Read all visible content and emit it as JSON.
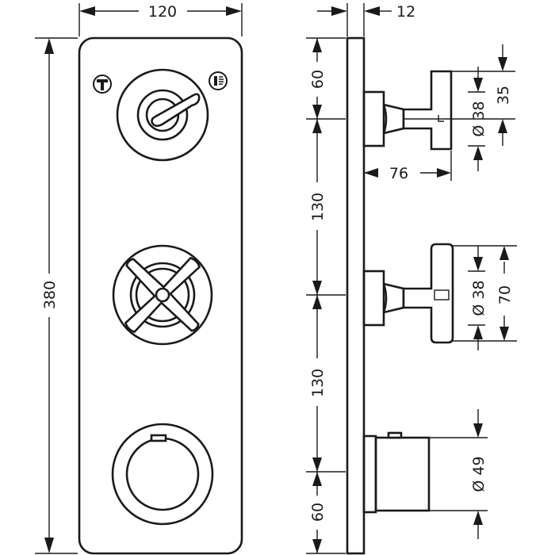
{
  "dimensions": {
    "plate_width": "120",
    "plate_height": "380",
    "plate_thickness": "12",
    "top_offset": "60",
    "spacing_upper": "130",
    "spacing_lower": "130",
    "bottom_offset": "60",
    "handle_projection": "76",
    "lever_height": "35",
    "lever_diameter": "Ø 38",
    "cross_diameter": "Ø 38",
    "cross_span": "70",
    "knob_diameter": "Ø 49"
  },
  "icons": {
    "left_symbol": "thermostat-symbol-icon",
    "right_symbol": "shower-symbol-icon"
  },
  "colors": {
    "line": "#1a1a1a",
    "background": "#ffffff"
  }
}
